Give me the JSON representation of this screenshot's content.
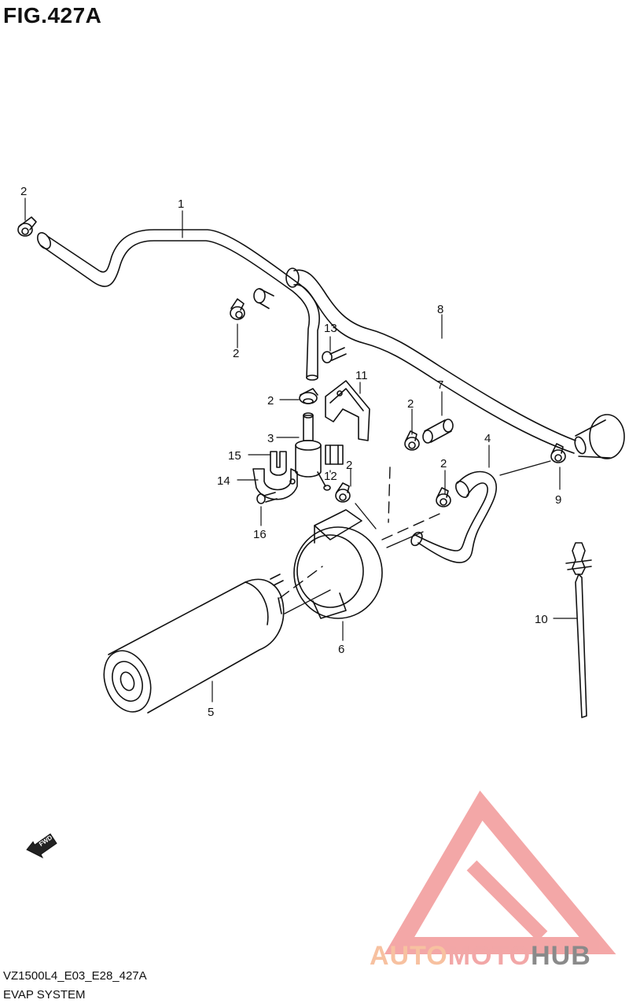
{
  "figure": {
    "title": "FIG.427A",
    "code": "VZ1500L4_E03_E28_427A",
    "name": "EVAP SYSTEM",
    "direction_label": "FWD"
  },
  "watermark": {
    "part1": "AUTO",
    "part2": "MOTO",
    "part3": "HUB",
    "colors": {
      "auto": "#f7c1a0",
      "moto": "#f2a7a7",
      "hub": "#8a8a8a",
      "logo": "#f08a8a"
    }
  },
  "callouts": {
    "c1": "1",
    "c2a": "2",
    "c2b": "2",
    "c2c": "2",
    "c2d": "2",
    "c2e": "2",
    "c2f": "2",
    "c3": "3",
    "c4": "4",
    "c5": "5",
    "c6": "6",
    "c7": "7",
    "c8": "8",
    "c9": "9",
    "c10": "10",
    "c11": "11",
    "c12": "12",
    "c13": "13",
    "c14": "14",
    "c15": "15",
    "c16": "16"
  }
}
